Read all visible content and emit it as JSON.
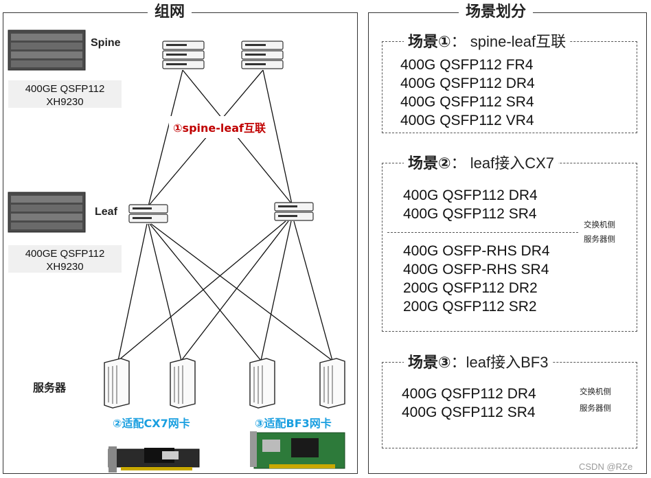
{
  "left_panel": {
    "title": "组网",
    "spine": {
      "label": "Spine",
      "model_line1": "400GE QSFP112",
      "model_line2": "XH9230"
    },
    "leaf": {
      "label": "Leaf",
      "model_line1": "400GE QSFP112",
      "model_line2": "XH9230"
    },
    "server_label": "服务器",
    "link_label": "①spine-leaf互联",
    "nic_cx7_label": "②适配CX7网卡",
    "nic_bf3_label": "③适配BF3网卡"
  },
  "right_panel": {
    "title": "场景划分",
    "scenes": [
      {
        "title_bold": "场景①",
        "title_rest": "：  spine-leaf互联",
        "items": [
          "400G QSFP112 FR4",
          "400G QSFP112 DR4",
          "400G QSFP112 SR4",
          "400G QSFP112 VR4"
        ]
      },
      {
        "title_bold": "场景②",
        "title_rest": "：  leaf接入CX7",
        "switch_side_items": [
          "400G QSFP112 DR4",
          "400G QSFP112 SR4"
        ],
        "server_side_items": [
          "400G OSFP-RHS DR4",
          "400G OSFP-RHS SR4",
          "200G QSFP112 DR2",
          "200G QSFP112 SR2"
        ],
        "switch_side_note": "交换机侧",
        "server_side_note": "服务器侧"
      },
      {
        "title_bold": "场景③",
        "title_rest": "：leaf接入BF3",
        "items": [
          "400G QSFP112 DR4",
          "400G QSFP112 SR4"
        ],
        "switch_side_note": "交换机侧",
        "server_side_note": "服务器侧"
      }
    ]
  },
  "watermark": "CSDN @RZe",
  "colors": {
    "link_red": "#c00000",
    "nic_blue": "#1a9fe0",
    "border": "#333333",
    "model_bg": "#f0f0f0"
  },
  "icons": [
    "switch-chassis-icon",
    "switch-icon",
    "server-tower-icon",
    "nic-card-icon"
  ]
}
